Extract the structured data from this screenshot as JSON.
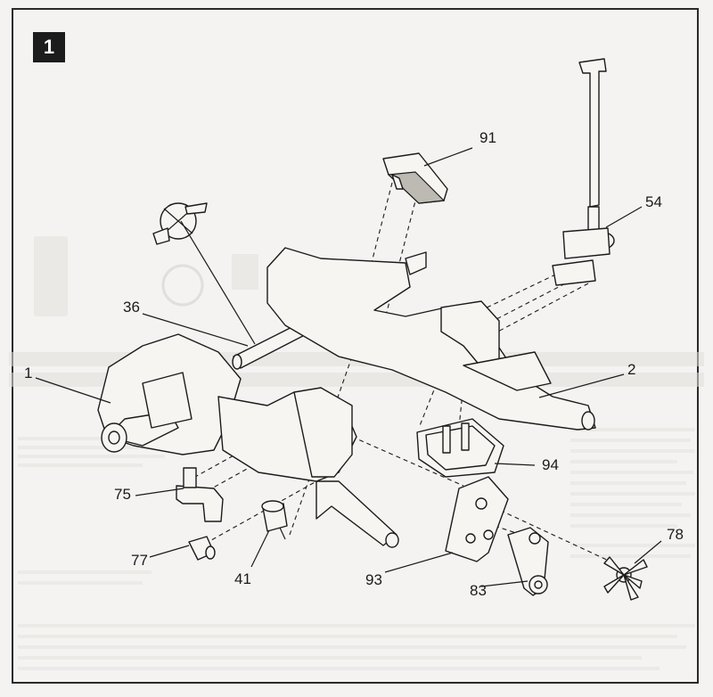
{
  "step": {
    "number": "1"
  },
  "callouts": [
    {
      "id": "1",
      "label": "1"
    },
    {
      "id": "2",
      "label": "2"
    },
    {
      "id": "36",
      "label": "36"
    },
    {
      "id": "41",
      "label": "41"
    },
    {
      "id": "54",
      "label": "54"
    },
    {
      "id": "75",
      "label": "75"
    },
    {
      "id": "77",
      "label": "77"
    },
    {
      "id": "78",
      "label": "78"
    },
    {
      "id": "83",
      "label": "83"
    },
    {
      "id": "91",
      "label": "91"
    },
    {
      "id": "93",
      "label": "93"
    },
    {
      "id": "94",
      "label": "94"
    }
  ]
}
